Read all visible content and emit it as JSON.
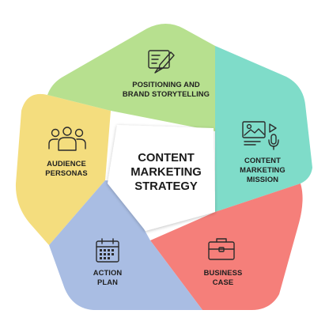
{
  "center": {
    "line1": "CONTENT",
    "line2": "MARKETING",
    "line3": "STRATEGY"
  },
  "segments": [
    {
      "id": "positioning",
      "color": "#b7e08f",
      "icon": "document-pencil-icon",
      "line1": "POSITIONING AND",
      "line2": "BRAND STORYTELLING"
    },
    {
      "id": "mission",
      "color": "#7fdcc9",
      "icon": "media-presentation-icon",
      "line1": "CONTENT",
      "line2": "MARKETING",
      "line3": "MISSION"
    },
    {
      "id": "business-case",
      "color": "#f57f7a",
      "icon": "briefcase-icon",
      "line1": "BUSINESS",
      "line2": "CASE"
    },
    {
      "id": "action-plan",
      "color": "#a9bde3",
      "icon": "calendar-icon",
      "line1": "ACTION",
      "line2": "PLAN"
    },
    {
      "id": "audience",
      "color": "#f4dd7e",
      "icon": "people-group-icon",
      "line1": "AUDIENCE",
      "line2": "PERSONAS"
    }
  ]
}
